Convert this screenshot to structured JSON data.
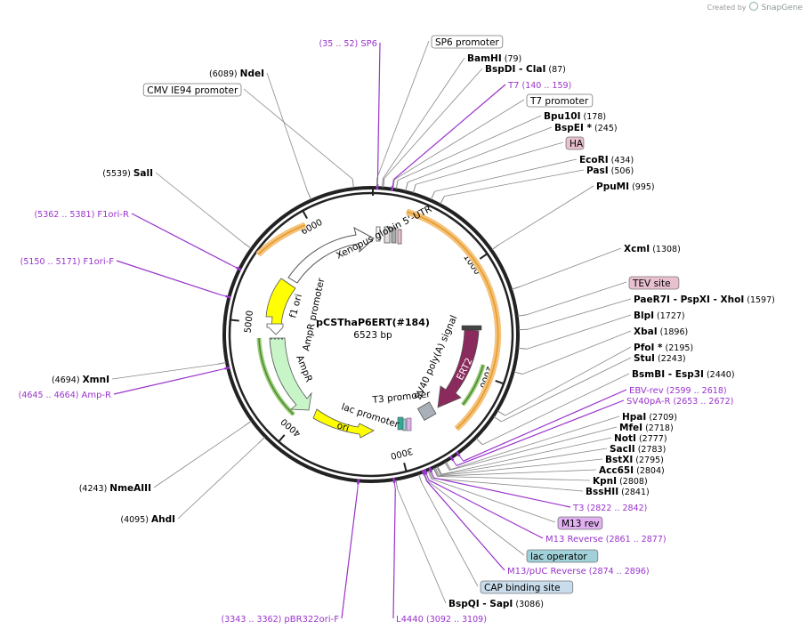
{
  "credit": {
    "prefix": "Created by",
    "brand": "SnapGene"
  },
  "plasmid": {
    "name": "pCSThaP6ERT(#184)",
    "length_label": "6523 bp",
    "total_bp": 6523
  },
  "ticks": [
    "1000",
    "2000",
    "3000",
    "4000",
    "5000",
    "6000"
  ],
  "colors": {
    "primer": "#9933cc",
    "backbone": "#222222",
    "ert2": "#8b2a5c",
    "ampr": "#c8f5c8",
    "ori": "#ffff00",
    "promoter_box": "#ffffff",
    "ha_tag": "#e8c0d0",
    "tev_site": "#e8c0d0",
    "m13rev": "#e0b0f0",
    "lac_operator": "#a0d0d8",
    "cap_site": "#c8dceb"
  },
  "features": [
    {
      "label": "Xenopus globin 5'-UTR"
    },
    {
      "label": "f1 ori"
    },
    {
      "label": "AmpR promoter"
    },
    {
      "label": "AmpR"
    },
    {
      "label": "ori"
    },
    {
      "label": "lac promoter"
    },
    {
      "label": "T3 promoter"
    },
    {
      "label": "SV40 poly(A) signal"
    },
    {
      "label": "ERT2"
    }
  ],
  "sites": [
    {
      "name": "BamHI",
      "pos": "(79)"
    },
    {
      "name": "BspDI - ClaI",
      "pos": "(87)"
    },
    {
      "name": "Bpu10I",
      "pos": "(178)"
    },
    {
      "name": "BspEI *",
      "pos": "(245)"
    },
    {
      "name": "EcoRI",
      "pos": "(434)"
    },
    {
      "name": "PasI",
      "pos": "(506)"
    },
    {
      "name": "PpuMI",
      "pos": "(995)"
    },
    {
      "name": "XcmI",
      "pos": "(1308)"
    },
    {
      "name": "PaeR7I - PspXI - XhoI",
      "pos": "(1597)"
    },
    {
      "name": "BlpI",
      "pos": "(1727)"
    },
    {
      "name": "XbaI",
      "pos": "(1896)"
    },
    {
      "name": "PfoI *",
      "pos": "(2195)"
    },
    {
      "name": "StuI",
      "pos": "(2243)"
    },
    {
      "name": "BsmBI - Esp3I",
      "pos": "(2440)"
    },
    {
      "name": "HpaI",
      "pos": "(2709)"
    },
    {
      "name": "MfeI",
      "pos": "(2718)"
    },
    {
      "name": "NotI",
      "pos": "(2777)"
    },
    {
      "name": "SacII",
      "pos": "(2783)"
    },
    {
      "name": "BstXI",
      "pos": "(2795)"
    },
    {
      "name": "Acc65I",
      "pos": "(2804)"
    },
    {
      "name": "KpnI",
      "pos": "(2808)"
    },
    {
      "name": "BssHII",
      "pos": "(2841)"
    },
    {
      "name": "BspQI - SapI",
      "pos": "(3086)"
    },
    {
      "name": "AhdI",
      "pos": "(4095)"
    },
    {
      "name": "NmeAIII",
      "pos": "(4243)"
    },
    {
      "name": "XmnI",
      "pos": "(4694)"
    },
    {
      "name": "SalI",
      "pos": "(5539)"
    },
    {
      "name": "NdeI",
      "pos": "(6089)"
    }
  ],
  "primers": [
    {
      "name": "SP6",
      "pos": "(35 .. 52)"
    },
    {
      "name": "T7",
      "pos": "(140 .. 159)"
    },
    {
      "name": "EBV-rev",
      "pos": "(2599 .. 2618)"
    },
    {
      "name": "SV40pA-R",
      "pos": "(2653 .. 2672)"
    },
    {
      "name": "T3",
      "pos": "(2822 .. 2842)"
    },
    {
      "name": "M13 Reverse",
      "pos": "(2861 .. 2877)"
    },
    {
      "name": "M13/pUC Reverse",
      "pos": "(2874 .. 2896)"
    },
    {
      "name": "L4440",
      "pos": "(3092 .. 3109)"
    },
    {
      "name": "pBR322ori-F",
      "pos": "(3343 .. 3362)"
    },
    {
      "name": "Amp-R",
      "pos": "(4645 .. 4664)"
    },
    {
      "name": "F1ori-F",
      "pos": "(5150 .. 5171)"
    },
    {
      "name": "F1ori-R",
      "pos": "(5362 .. 5381)"
    }
  ],
  "boxed": [
    {
      "name": "SP6 promoter"
    },
    {
      "name": "T7 promoter"
    },
    {
      "name": "HA"
    },
    {
      "name": "CMV IE94 promoter"
    },
    {
      "name": "TEV site"
    },
    {
      "name": "M13 rev"
    },
    {
      "name": "lac operator"
    },
    {
      "name": "CAP binding site"
    }
  ]
}
